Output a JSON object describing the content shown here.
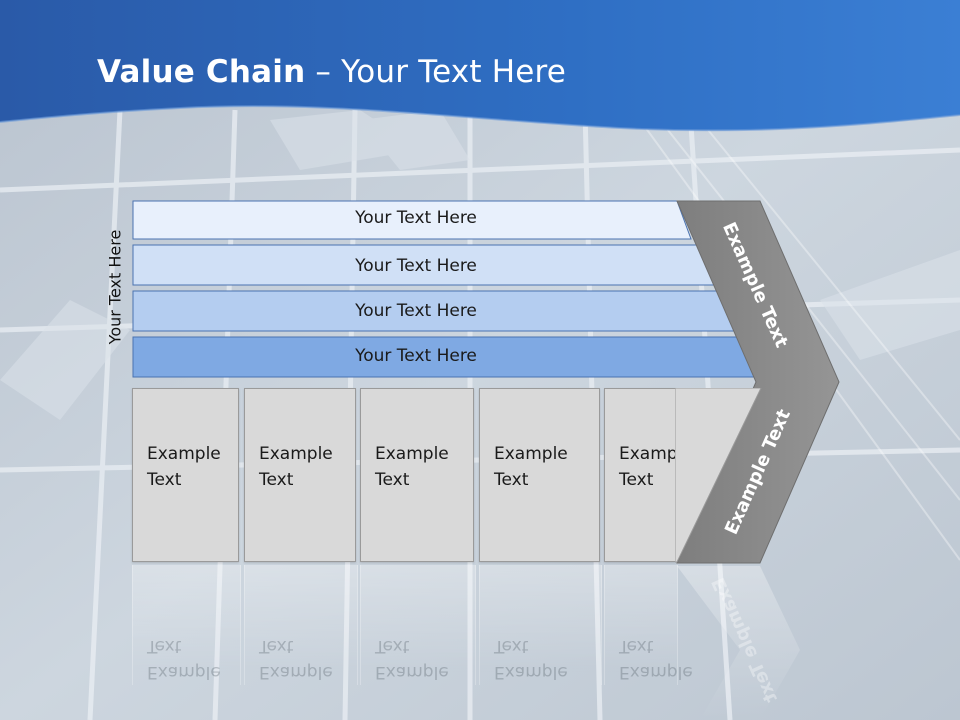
{
  "slide": {
    "title_bold": "Value Chain",
    "title_rest": " – Your Text Here",
    "side_label": "Your Text Here",
    "bars": [
      {
        "label": "Your Text Here",
        "color": "#e8f0fc"
      },
      {
        "label": "Your Text Here",
        "color": "#d0e0f6"
      },
      {
        "label": "Your Text Here",
        "color": "#b4cdf0"
      },
      {
        "label": "Your Text Here",
        "color": "#7fa9e3"
      }
    ],
    "boxes": [
      {
        "line1": "Example",
        "line2": "Text"
      },
      {
        "line1": "Example",
        "line2": "Text"
      },
      {
        "line1": "Example",
        "line2": "Text"
      },
      {
        "line1": "Example",
        "line2": "Text"
      },
      {
        "line1": "Example",
        "line2": "Text"
      }
    ],
    "chevron_top_text": "Example Text",
    "chevron_bottom_text": "Example Text",
    "colors": {
      "header_blue": "#2f6fc4",
      "chevron_gray": "#8c8c8c",
      "box_gray": "#d9d9d9"
    }
  }
}
